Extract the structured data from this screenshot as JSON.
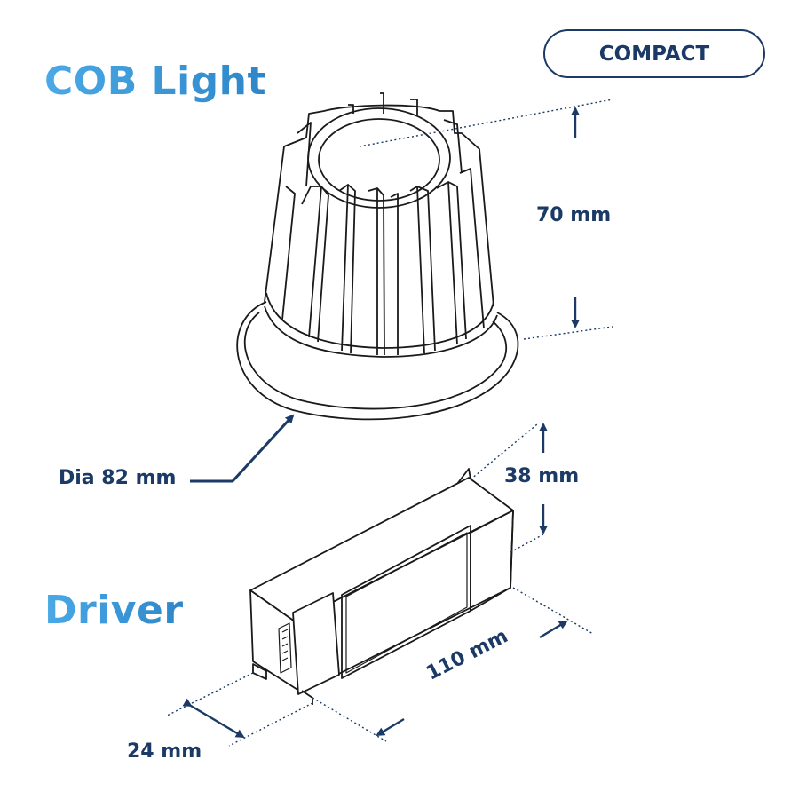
{
  "titles": {
    "cob_light": "COB Light",
    "driver": "Driver"
  },
  "badge": {
    "label": "COMPACT"
  },
  "dimensions": {
    "height_light": "70 mm",
    "diameter": "Dia 82 mm",
    "height_driver": "38 mm",
    "length_driver": "110 mm",
    "width_driver": "24 mm"
  },
  "colors": {
    "title_start": "#4aa9e6",
    "title_end": "#2e86c9",
    "annotation": "#1b3a66",
    "outline": "#1a1a1a"
  }
}
